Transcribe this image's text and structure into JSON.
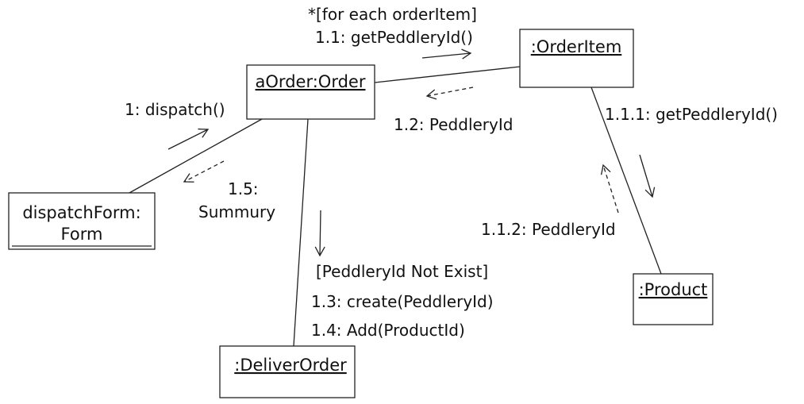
{
  "objects": {
    "order": {
      "label": "aOrder:Order"
    },
    "order_item": {
      "label": ":OrderItem"
    },
    "dispatch_form": {
      "label_line1": "dispatchForm:",
      "label_line2": "Form"
    },
    "deliver_order": {
      "label": ":DeliverOrder"
    },
    "product": {
      "label": ":Product"
    }
  },
  "messages": {
    "iteration_guard": "*[for each orderItem]",
    "m1_1": "1.1: getPeddleryId()",
    "m1_2": "1.2: PeddleryId",
    "m1": "1: dispatch()",
    "m1_5_line1": "1.5:",
    "m1_5_line2": "Summury",
    "m1_1_1": "1.1.1: getPeddleryId()",
    "m1_1_2": "1.1.2: PeddleryId",
    "guard_not_exist": "[PeddleryId Not Exist]",
    "m1_3": "1.3: create(PeddleryId)",
    "m1_4": "1.4: Add(ProductId)"
  }
}
